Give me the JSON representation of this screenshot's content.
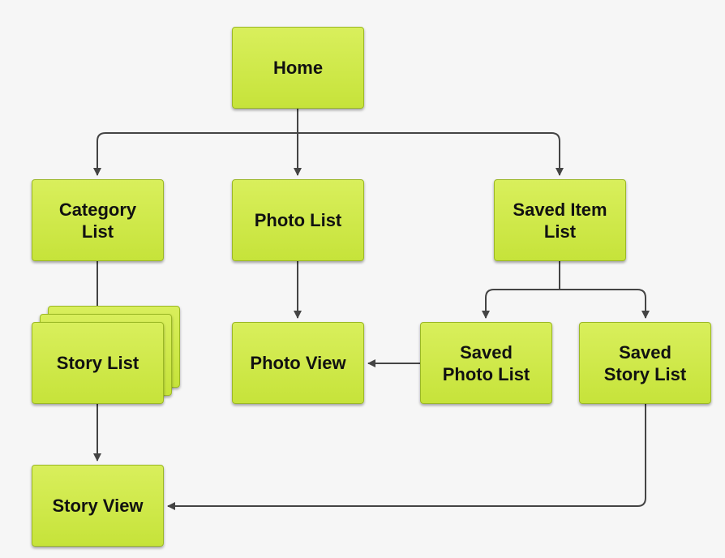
{
  "nodes": {
    "home": "Home",
    "category_list": "Category\nList",
    "photo_list": "Photo List",
    "saved_item_list": "Saved Item\nList",
    "story_list": "Story List",
    "photo_view": "Photo View",
    "saved_photo_list": "Saved\nPhoto List",
    "saved_story_list": "Saved\nStory List",
    "story_view": "Story View"
  },
  "edges": [
    {
      "from": "home",
      "to": "category_list"
    },
    {
      "from": "home",
      "to": "photo_list"
    },
    {
      "from": "home",
      "to": "saved_item_list"
    },
    {
      "from": "category_list",
      "to": "story_list"
    },
    {
      "from": "photo_list",
      "to": "photo_view"
    },
    {
      "from": "saved_item_list",
      "to": "saved_photo_list"
    },
    {
      "from": "saved_item_list",
      "to": "saved_story_list"
    },
    {
      "from": "story_list",
      "to": "story_view"
    },
    {
      "from": "saved_photo_list",
      "to": "photo_view"
    },
    {
      "from": "saved_story_list",
      "to": "story_view"
    }
  ],
  "colors": {
    "node_fill_top": "#d9ef5c",
    "node_fill_bottom": "#c6e33a",
    "node_border": "#9bb825",
    "connector": "#444444",
    "background": "#f6f6f6"
  }
}
